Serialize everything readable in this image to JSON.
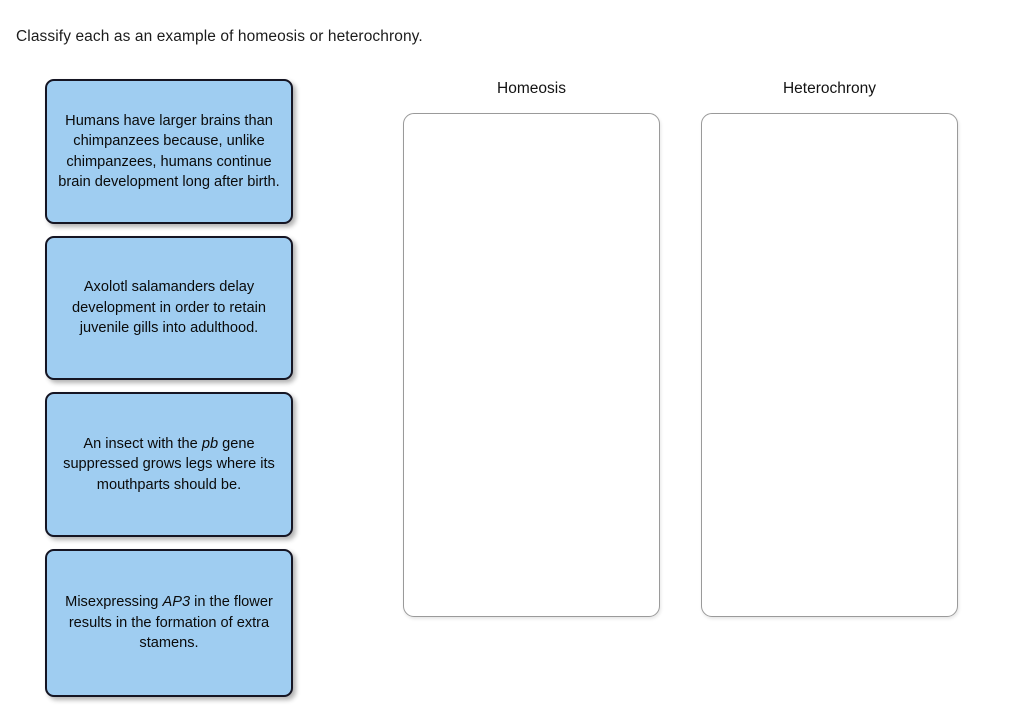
{
  "prompt": {
    "text": "Classify each as an example of homeosis or heterochrony."
  },
  "cards": [
    {
      "id": "card-human-brain-development",
      "text_html": "Humans have larger brains than chimpanzees because, unlike chimpanzees, humans continue brain development long after birth.",
      "text": "Humans have larger brains than chimpanzees because, unlike chimpanzees, humans continue brain development long after birth."
    },
    {
      "id": "card-axolotl-juvenile-gills",
      "text_html": "Axolotl salamanders delay development in order to retain juvenile gills into adulthood.",
      "text": "Axolotl salamanders delay development in order to retain juvenile gills into adulthood."
    },
    {
      "id": "card-insect-pb-gene",
      "text_html": "An insect with the <i>pb</i> gene suppressed grows legs where its mouthparts should be.",
      "text": "An insect with the pb gene suppressed grows legs where its mouthparts should be."
    },
    {
      "id": "card-ap3-extra-stamens",
      "text_html": "Misexpressing <i>AP3</i> in the flower results in the formation of extra stamens.",
      "text": "Misexpressing AP3 in the flower results in the formation of extra stamens."
    }
  ],
  "zones": [
    {
      "id": "zone-homeosis",
      "title": "Homeosis",
      "items": []
    },
    {
      "id": "zone-heterochrony",
      "title": "Heterochrony",
      "items": []
    }
  ],
  "colors": {
    "card_fill": "#9fcdf1",
    "card_border": "#151523",
    "zone_border": "#9a9a9a",
    "page_background": "#ffffff",
    "text": "#1a1a1a"
  }
}
